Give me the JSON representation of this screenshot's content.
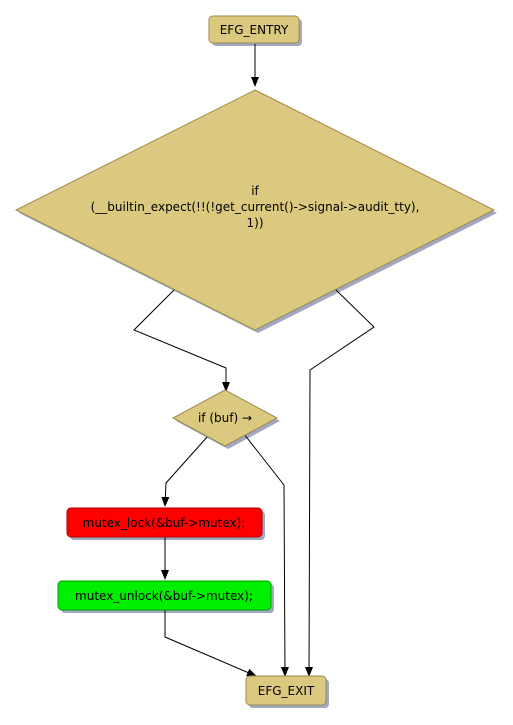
{
  "colors": {
    "node_fill": "#dac97e",
    "node_stroke": "#a08a50",
    "shadow": "#a0a8c4",
    "lock_fill": "#ff0000",
    "unlock_fill": "#00ee00",
    "edge": "#000000"
  },
  "nodes": {
    "entry": {
      "label": "EFG_ENTRY"
    },
    "cond1": {
      "lines": [
        "if",
        "(__builtin_expect(!!(!get_current()->signal->audit_tty),",
        "1))"
      ]
    },
    "cond2": {
      "label": "if (buf) →"
    },
    "lock": {
      "label": "mutex_lock(&buf->mutex);"
    },
    "unlock": {
      "label": "mutex_unlock(&buf->mutex);"
    },
    "exit": {
      "label": "EFG_EXIT"
    }
  }
}
